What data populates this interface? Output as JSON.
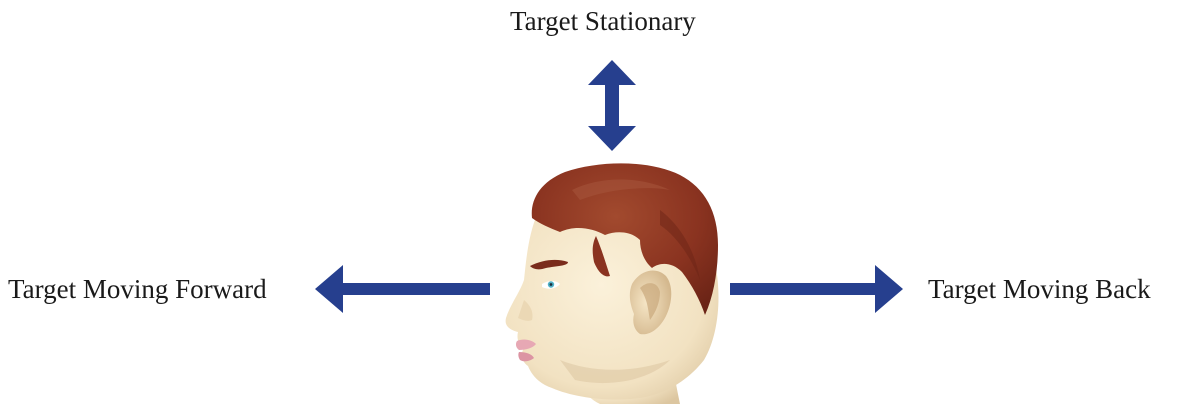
{
  "labels": {
    "top": "Target Stationary",
    "left": "Target Moving Forward",
    "right": "Target Moving Back"
  },
  "colors": {
    "arrow": "#263f8e",
    "hair": "#8a3320",
    "skin": "#f2e4c8",
    "lips": "#e7a8b4",
    "eye": "#4fb1c7"
  },
  "icons": {
    "center": "head-profile-icon",
    "up_down": "double-vertical-arrow-icon",
    "left": "left-arrow-icon",
    "right": "right-arrow-icon"
  }
}
